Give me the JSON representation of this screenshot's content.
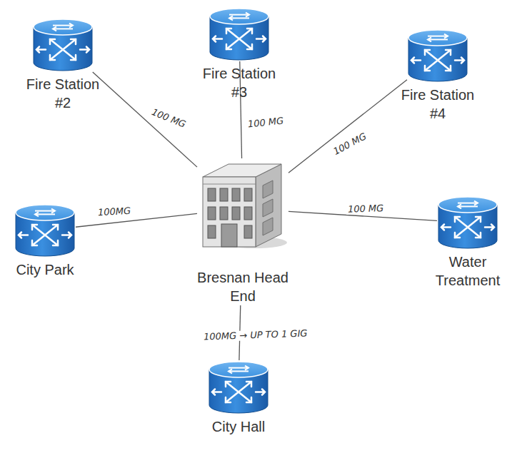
{
  "diagram": {
    "nodes": [
      {
        "text": [
          "Fire Station #2"
        ]
      },
      {
        "text": [
          "Fire Station #3"
        ]
      },
      {
        "text": [
          "Fire Station #4"
        ]
      },
      {
        "text": [
          "City Park"
        ]
      },
      {
        "text": [
          "Bresnan Head End"
        ]
      },
      {
        "text": [
          "Water Treatment"
        ]
      },
      {
        "text": [
          "City Hall"
        ]
      }
    ],
    "edges": [
      {
        "from": 0,
        "to": 4,
        "arrow": "none",
        "label": "100 MG"
      },
      {
        "from": 1,
        "to": 4,
        "arrow": "none",
        "label": "100 MG"
      },
      {
        "from": 2,
        "to": 4,
        "arrow": "none",
        "label": "100 MG"
      },
      {
        "from": 3,
        "to": 4,
        "arrow": "none",
        "label": "100MG"
      },
      {
        "from": 5,
        "to": 4,
        "arrow": "none",
        "label": "100 MG"
      },
      {
        "from": 6,
        "to": 4,
        "arrow": "none",
        "label": "100MG → UP TO 1 GIG"
      }
    ]
  }
}
